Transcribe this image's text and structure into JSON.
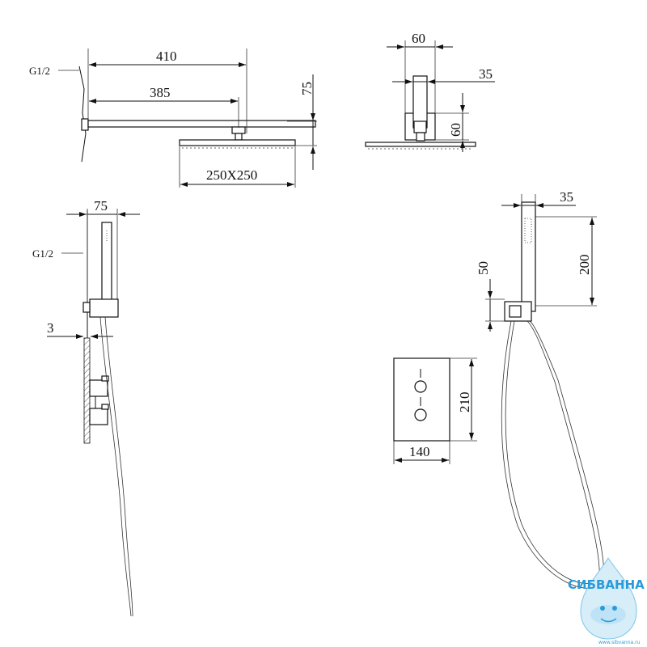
{
  "dimensions": {
    "arm_length": "410",
    "arm_reach": "385",
    "head_height": "75",
    "head_size": "250X250",
    "thread_top": "G1/2",
    "holder_depth": "75",
    "thread_side": "G1/2",
    "wall_gap": "3",
    "flange_width": "60",
    "arm_width": "35",
    "flange_height": "60",
    "handshower_width": "35",
    "handshower_length": "200",
    "bracket_height": "50",
    "plate_height": "210",
    "plate_width": "140"
  },
  "logo": {
    "name": "СИБВАННА",
    "url": "www.sibvanna.ru",
    "color": "#2a9bd8"
  }
}
